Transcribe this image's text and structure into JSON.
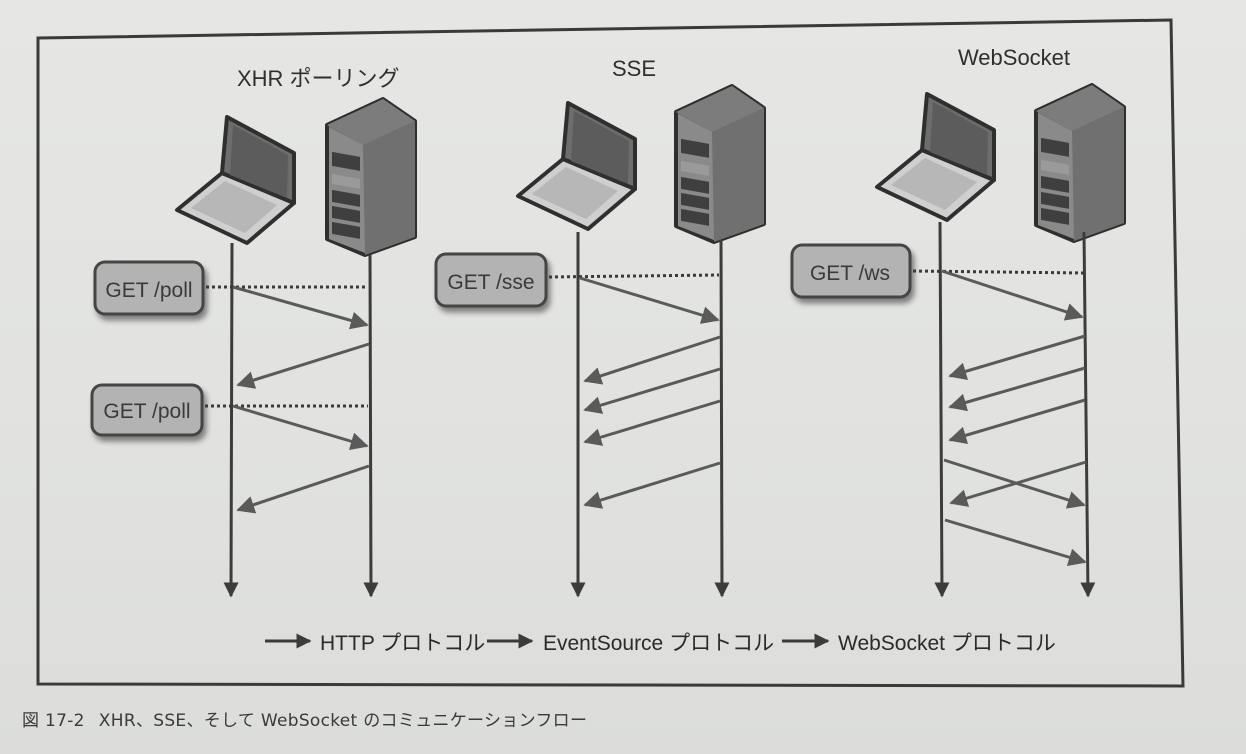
{
  "figure": {
    "columns": [
      {
        "title": "XHR ポーリング",
        "requests": [
          "GET /poll",
          "GET /poll"
        ],
        "client_icon": "laptop-icon",
        "server_icon": "server-icon"
      },
      {
        "title": "SSE",
        "requests": [
          "GET /sse"
        ],
        "client_icon": "laptop-icon",
        "server_icon": "server-icon"
      },
      {
        "title": "WebSocket",
        "requests": [
          "GET /ws"
        ],
        "client_icon": "laptop-icon",
        "server_icon": "server-icon"
      }
    ],
    "legend": [
      {
        "label": "HTTP プロトコル",
        "arrow_icon": "arrow-right-icon"
      },
      {
        "label": "EventSource プロトコル",
        "arrow_icon": "arrow-right-icon"
      },
      {
        "label": "WebSocket プロトコル",
        "arrow_icon": "arrow-right-icon"
      }
    ]
  },
  "caption": {
    "number": "図 17-2",
    "text": "XHR、SSE、そして WebSocket のコミュニケーションフロー"
  },
  "colors": {
    "frame": "#3a3a3a",
    "arrow": "#5a5a5a",
    "lifeline": "#3c3c3c",
    "box_fill": "#b3b3b3",
    "box_border": "#444444"
  }
}
